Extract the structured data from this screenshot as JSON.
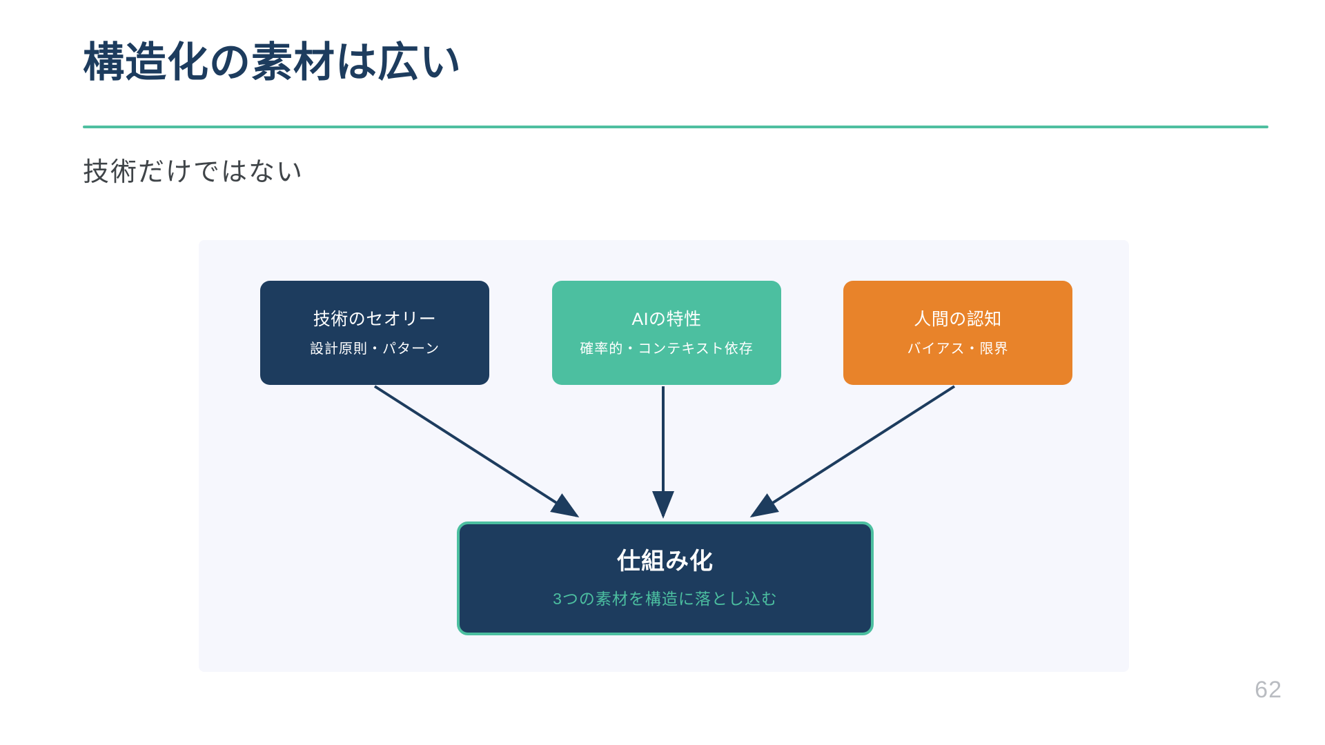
{
  "slide": {
    "title": "構造化の素材は広い",
    "subtitle": "技術だけではない",
    "page_number": "62",
    "accent_color": "#4cbfa0",
    "title_color": "#1d3c5e",
    "subtitle_color": "#3f4448",
    "panel_background": "#f6f7fd",
    "page_number_color": "#b9bcc1"
  },
  "diagram": {
    "type": "convergence",
    "sources": [
      {
        "id": "tech-theory",
        "title": "技術のセオリー",
        "subtitle": "設計原則・パターン",
        "fill": "#1d3c5e",
        "text_color": "#ffffff"
      },
      {
        "id": "ai-traits",
        "title": "AIの特性",
        "subtitle": "確率的・コンテキスト依存",
        "fill": "#4cbfa0",
        "text_color": "#ffffff"
      },
      {
        "id": "human-cognition",
        "title": "人間の認知",
        "subtitle": "バイアス・限界",
        "fill": "#e8832a",
        "text_color": "#ffffff"
      }
    ],
    "result": {
      "id": "systematization",
      "title": "仕組み化",
      "subtitle": "3つの素材を構造に落とし込む",
      "fill": "#1d3c5e",
      "border_color": "#4cbfa0",
      "title_color": "#ffffff",
      "subtitle_color": "#4cbfa0"
    },
    "arrows": {
      "color": "#1d3c5e",
      "count": 3
    }
  }
}
